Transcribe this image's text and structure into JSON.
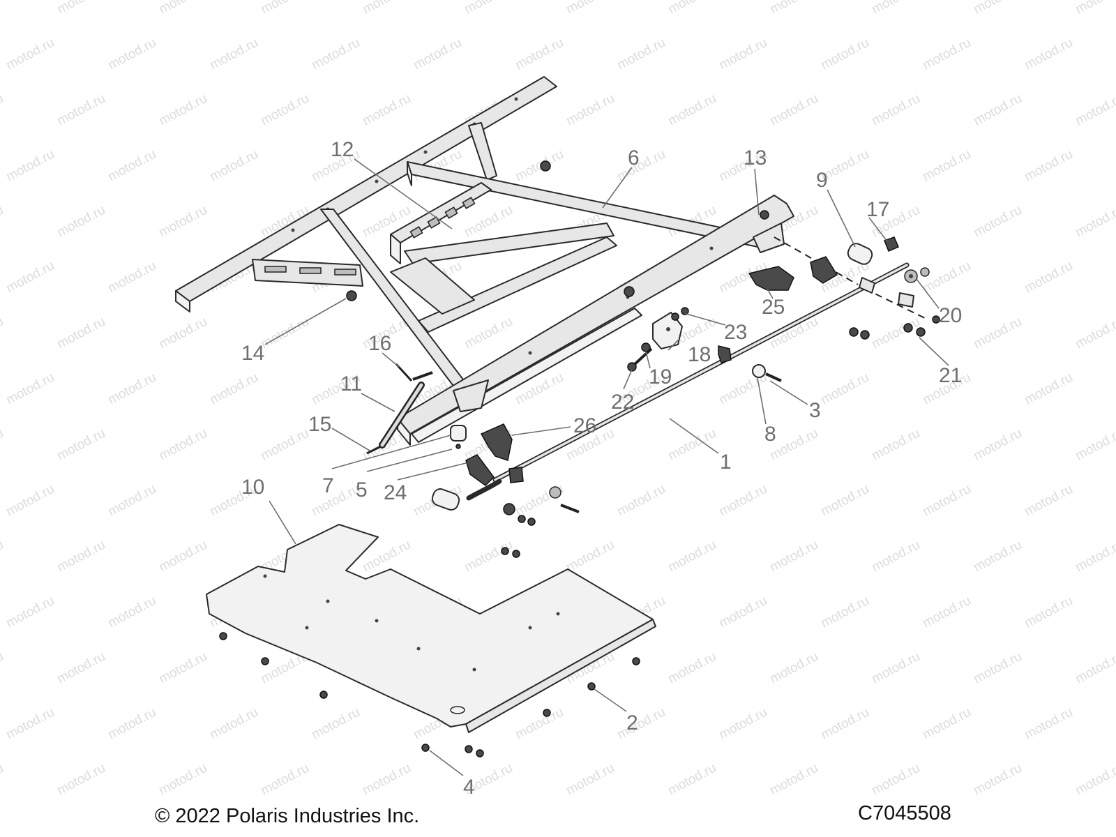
{
  "footer": {
    "copyright": "© 2022 Polaris Industries Inc.",
    "drawing_number": "C7045508"
  },
  "callouts": [
    {
      "id": "callout-1",
      "label": "1"
    },
    {
      "id": "callout-2",
      "label": "2"
    },
    {
      "id": "callout-3",
      "label": "3"
    },
    {
      "id": "callout-4",
      "label": "4"
    },
    {
      "id": "callout-5",
      "label": "5"
    },
    {
      "id": "callout-6",
      "label": "6"
    },
    {
      "id": "callout-7",
      "label": "7"
    },
    {
      "id": "callout-8",
      "label": "8"
    },
    {
      "id": "callout-9",
      "label": "9"
    },
    {
      "id": "callout-10",
      "label": "10"
    },
    {
      "id": "callout-11",
      "label": "11"
    },
    {
      "id": "callout-12",
      "label": "12"
    },
    {
      "id": "callout-13",
      "label": "13"
    },
    {
      "id": "callout-14",
      "label": "14"
    },
    {
      "id": "callout-15",
      "label": "15"
    },
    {
      "id": "callout-16",
      "label": "16"
    },
    {
      "id": "callout-17",
      "label": "17"
    },
    {
      "id": "callout-18",
      "label": "18"
    },
    {
      "id": "callout-19",
      "label": "19"
    },
    {
      "id": "callout-20",
      "label": "20"
    },
    {
      "id": "callout-21",
      "label": "21"
    },
    {
      "id": "callout-22",
      "label": "22"
    },
    {
      "id": "callout-23",
      "label": "23"
    },
    {
      "id": "callout-24",
      "label": "24"
    },
    {
      "id": "callout-25",
      "label": "25"
    },
    {
      "id": "callout-26",
      "label": "26"
    }
  ],
  "watermark": {
    "text": "motod.ru"
  }
}
